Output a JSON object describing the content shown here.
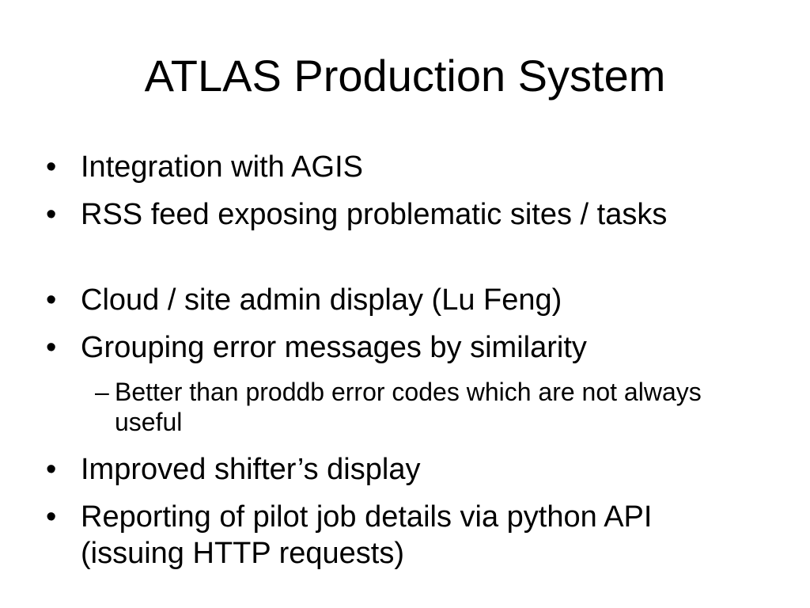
{
  "slide": {
    "title": "ATLAS Production System",
    "bullet_symbol": "•",
    "sub_bullet_symbol": "–",
    "items": [
      {
        "text": "Integration with AGIS"
      },
      {
        "text": "RSS feed exposing problematic sites / tasks"
      },
      {
        "text": "Cloud / site admin display (Lu Feng)"
      },
      {
        "text": "Grouping error messages by similarity"
      },
      {
        "text": "Better than proddb error codes which are not always useful"
      },
      {
        "text": "Improved shifter’s display"
      },
      {
        "text": "Reporting of pilot job details via python API (issuing HTTP requests)"
      }
    ]
  }
}
